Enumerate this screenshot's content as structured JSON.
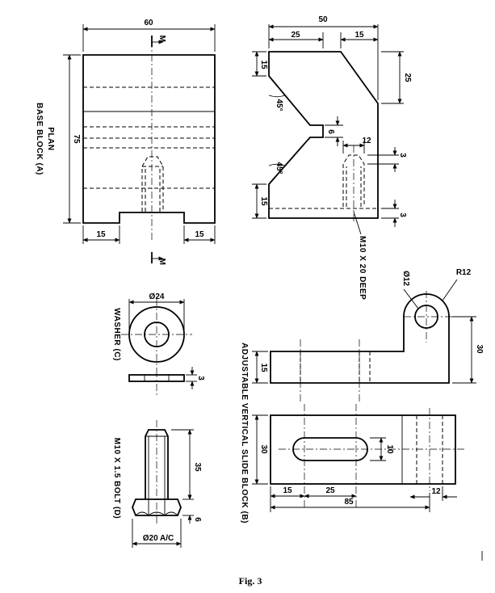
{
  "caption": "Fig. 3",
  "base_block": {
    "title_1": "PLAN",
    "title_2": "BASE BLOCK (A)",
    "dim_width": "60",
    "dim_height": "75",
    "dim_left": "15",
    "dim_right": "15",
    "section_mark_top": "M",
    "section_mark_bottom": "M"
  },
  "base_front": {
    "dim_total": "50",
    "dim_25": "25",
    "dim_15_top": "15",
    "dim_25_right": "25",
    "dim_15_left_top": "15",
    "angle_top": "45°",
    "dim_6": "6",
    "dim_12": "12",
    "dim_3_a": "3",
    "angle_bottom": "45°",
    "dim_15_left_bottom": "15",
    "dim_3_b": "3",
    "thread_note": "M10 X 20 DEEP"
  },
  "washer": {
    "title": "WASHER (C)",
    "dim_dia": "Ø24",
    "dim_thick": "3"
  },
  "bolt": {
    "title": "M10 X 1.5 BOLT (D)",
    "dim_35": "35",
    "dim_6": "6",
    "dim_af": "Ø20 A/C"
  },
  "slide_block": {
    "title": "ADJUSTABLE VERTICAL SLIDE BLOCK (B)",
    "dim_hole": "Ø12",
    "dim_radius": "R12",
    "dim_30_right": "30",
    "dim_15_left": "15",
    "dim_30_plan": "30",
    "dim_10": "10",
    "dim_15": "15",
    "dim_25": "25",
    "dim_85": "85",
    "dim_12": "12"
  }
}
